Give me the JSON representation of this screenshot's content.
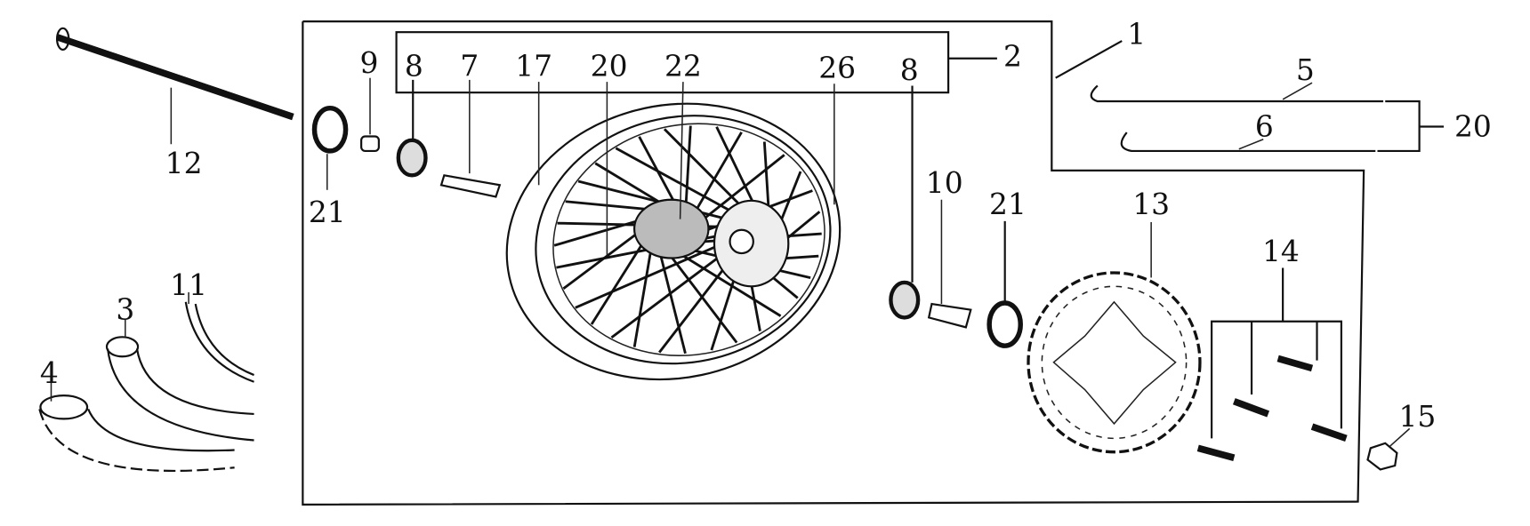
{
  "diagram": {
    "type": "exploded parts diagram - front wheel assembly",
    "callouts": [
      {
        "id": "c1",
        "label": "1"
      },
      {
        "id": "c2",
        "label": "2"
      },
      {
        "id": "c5",
        "label": "5"
      },
      {
        "id": "c6",
        "label": "6"
      },
      {
        "id": "c20r",
        "label": "20"
      },
      {
        "id": "c9",
        "label": "9"
      },
      {
        "id": "c8a",
        "label": "8"
      },
      {
        "id": "c7",
        "label": "7"
      },
      {
        "id": "c17",
        "label": "17"
      },
      {
        "id": "c20",
        "label": "20"
      },
      {
        "id": "c22",
        "label": "22"
      },
      {
        "id": "c26",
        "label": "26"
      },
      {
        "id": "c8b",
        "label": "8"
      },
      {
        "id": "c12",
        "label": "12"
      },
      {
        "id": "c21a",
        "label": "21"
      },
      {
        "id": "c10",
        "label": "10"
      },
      {
        "id": "c21b",
        "label": "21"
      },
      {
        "id": "c13",
        "label": "13"
      },
      {
        "id": "c14",
        "label": "14"
      },
      {
        "id": "c15",
        "label": "15"
      },
      {
        "id": "c11",
        "label": "11"
      },
      {
        "id": "c3",
        "label": "3"
      },
      {
        "id": "c4",
        "label": "4"
      }
    ],
    "colors": {
      "line": "#111111",
      "background": "#ffffff"
    }
  }
}
